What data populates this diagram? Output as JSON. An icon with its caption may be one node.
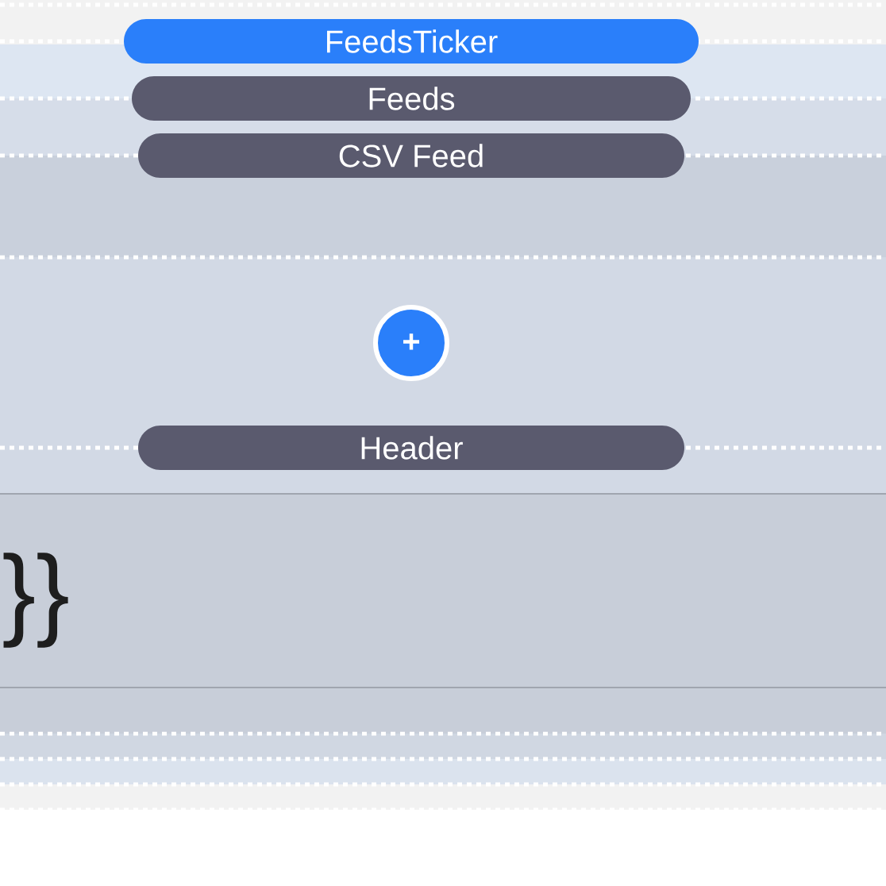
{
  "diagram": {
    "nodes": [
      {
        "text": [
          "FeedsTicker"
        ]
      },
      {
        "text": [
          "Feeds"
        ]
      },
      {
        "text": [
          "CSV Feed"
        ]
      },
      {
        "text": [
          "+"
        ]
      },
      {
        "text": [
          "Header"
        ]
      }
    ],
    "labels": [
      "}}"
    ]
  }
}
